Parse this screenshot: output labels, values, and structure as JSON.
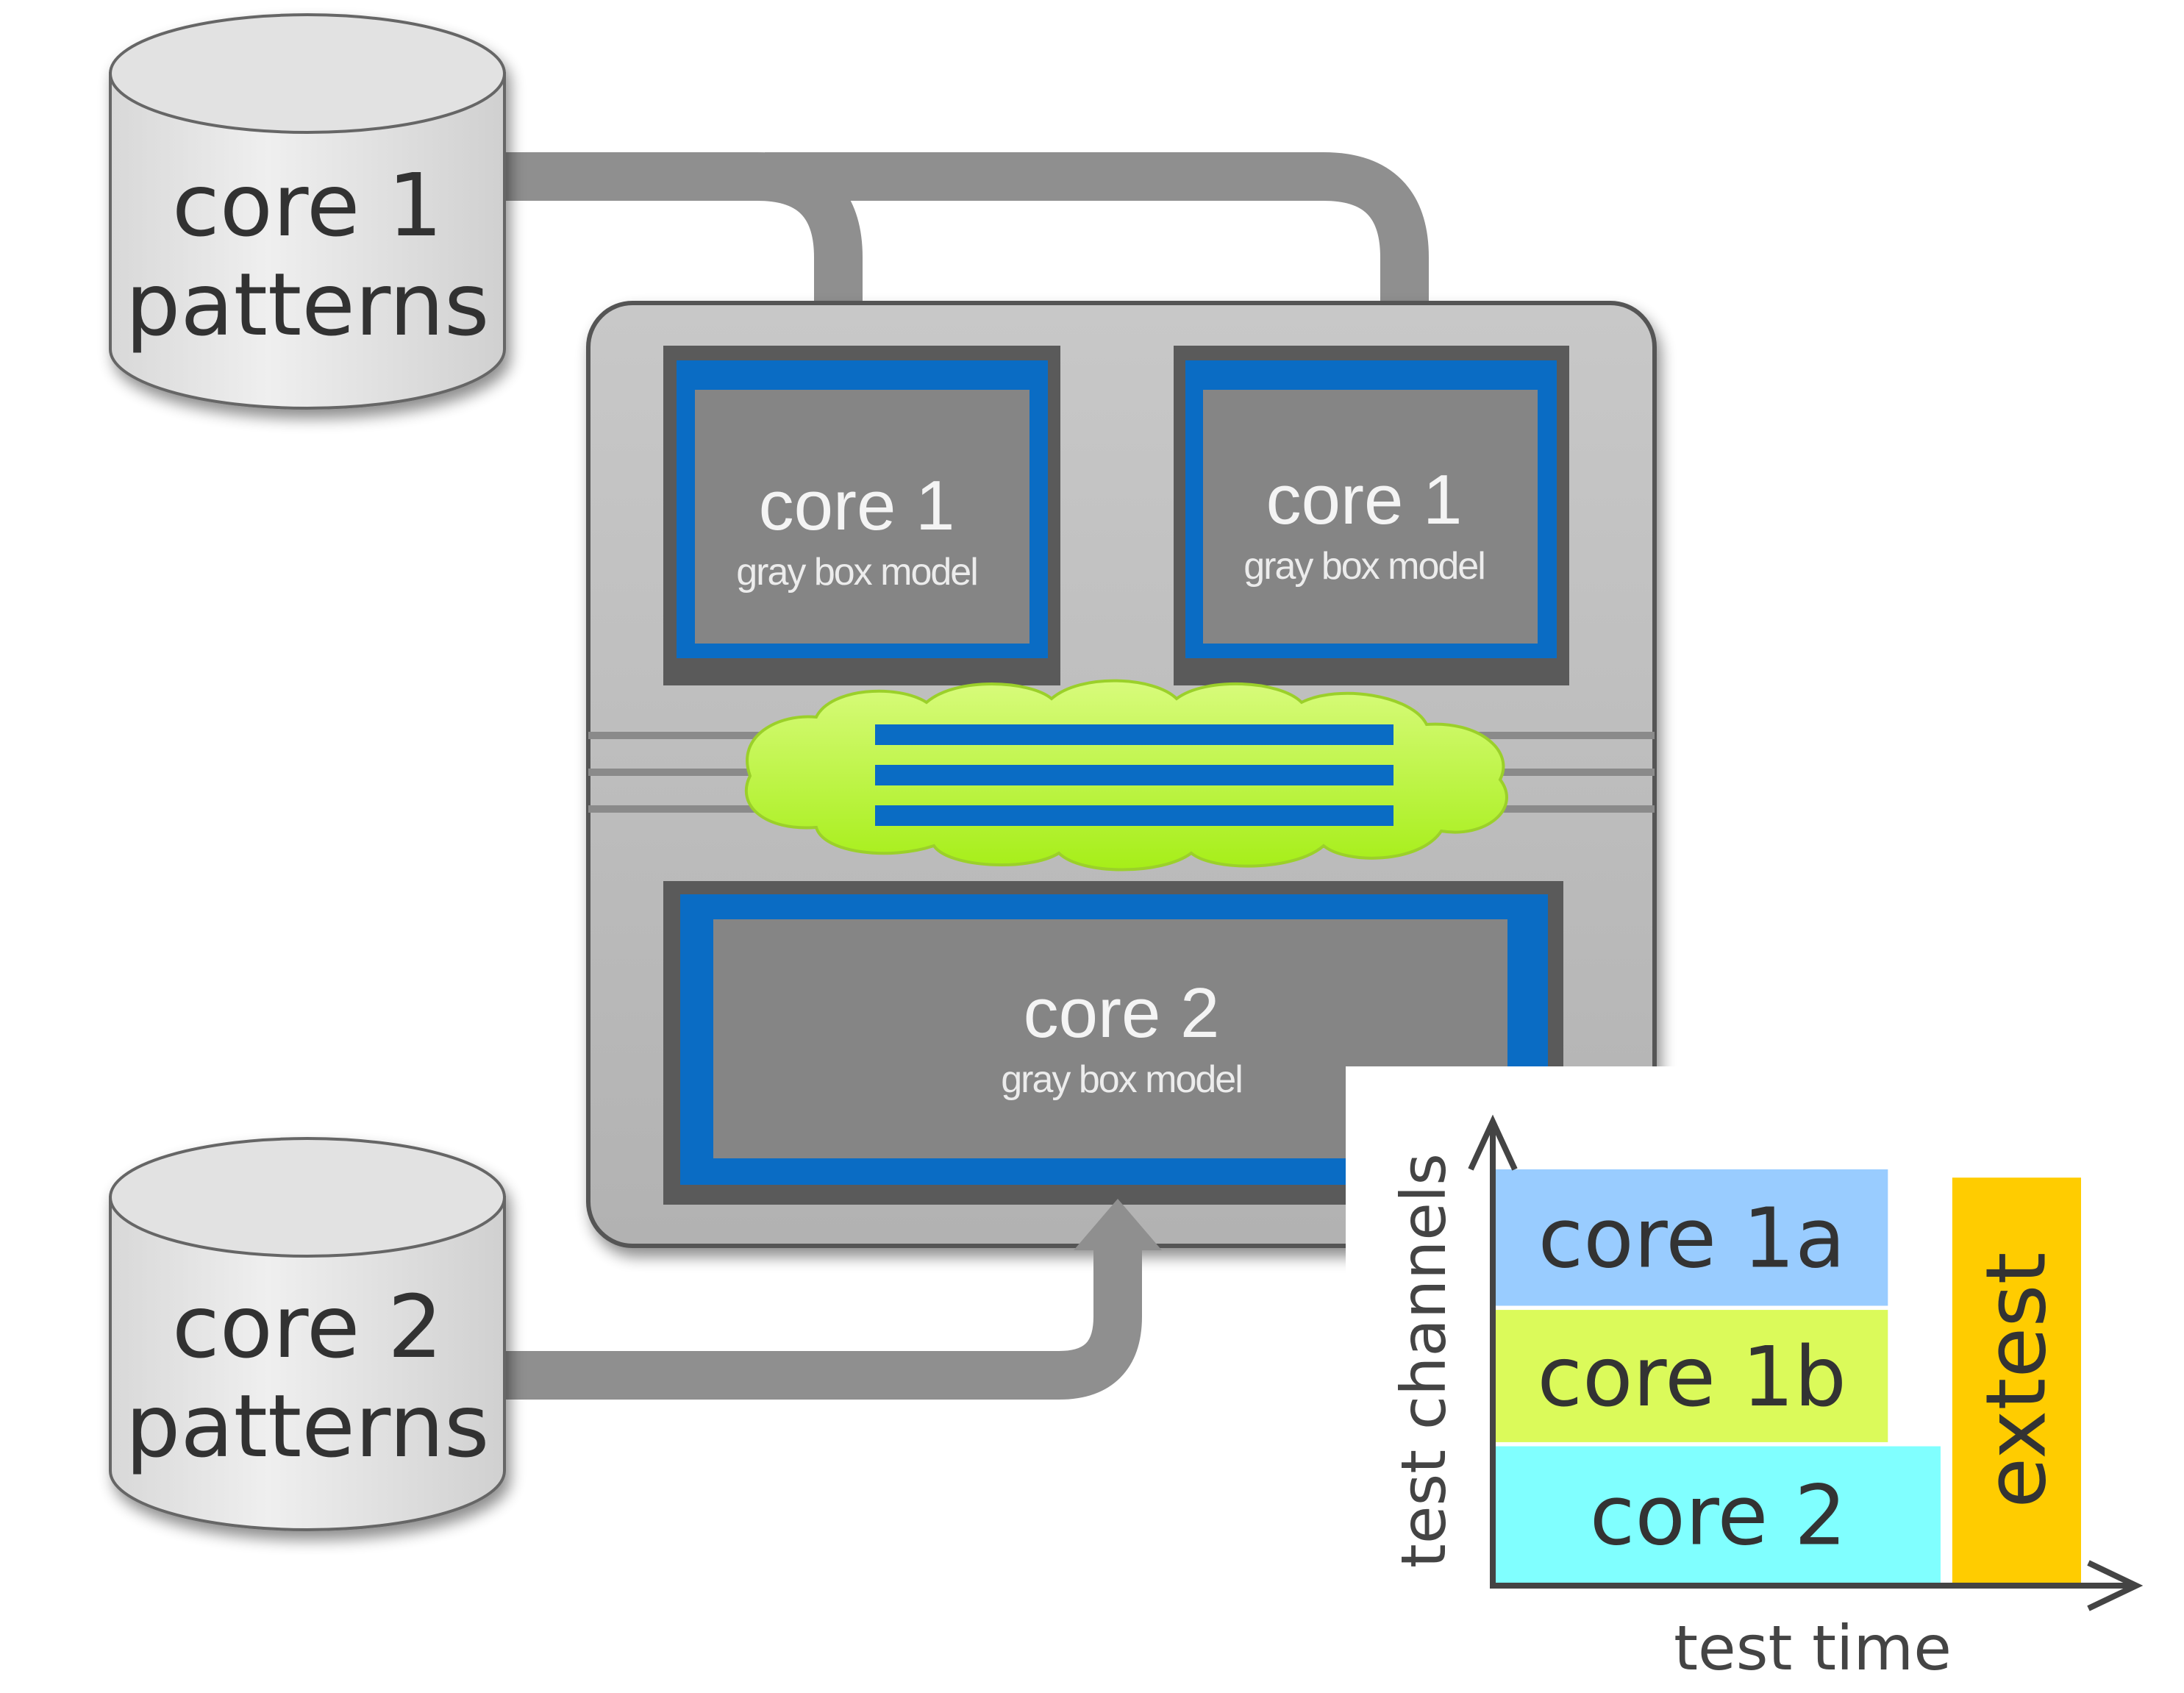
{
  "colors": {
    "chip_bg": "#b8b8b8",
    "core_fill": "#858585",
    "wrapper_blue": "#0a6cc4",
    "cloud_green": "#c5f55a",
    "arrow_gray": "#8f8f8f",
    "bar_core1a": "#99ccff",
    "bar_core1b": "#dbfa5a",
    "bar_core2": "#80ffff",
    "bar_extest": "#ffcc00"
  },
  "databases": [
    {
      "id": "core1-patterns",
      "line1": "core 1",
      "line2": "patterns"
    },
    {
      "id": "core2-patterns",
      "line1": "core 2",
      "line2": "patterns"
    }
  ],
  "cores": [
    {
      "id": "core1-left",
      "title": "core 1",
      "subtitle": "gray box model"
    },
    {
      "id": "core1-right",
      "title": "core 1",
      "subtitle": "gray box model"
    },
    {
      "id": "core2",
      "title": "core 2",
      "subtitle": "gray box model"
    }
  ],
  "schedule": {
    "y_axis_label": "test channels",
    "x_axis_label": "test time",
    "blocks": [
      {
        "label": "core 1a",
        "color": "#99ccff",
        "t_start": 0,
        "t_end": 0.67,
        "ch_start": 0.67,
        "ch_end": 1.0
      },
      {
        "label": "core 1b",
        "color": "#dbfa5a",
        "t_start": 0,
        "t_end": 0.67,
        "ch_start": 0.34,
        "ch_end": 0.66
      },
      {
        "label": "core 2",
        "color": "#80ffff",
        "t_start": 0,
        "t_end": 0.76,
        "ch_start": 0,
        "ch_end": 0.33
      },
      {
        "label": "extest",
        "color": "#ffcc00",
        "t_start": 0.78,
        "t_end": 1.0,
        "ch_start": 0,
        "ch_end": 0.98,
        "vertical": true
      }
    ]
  }
}
